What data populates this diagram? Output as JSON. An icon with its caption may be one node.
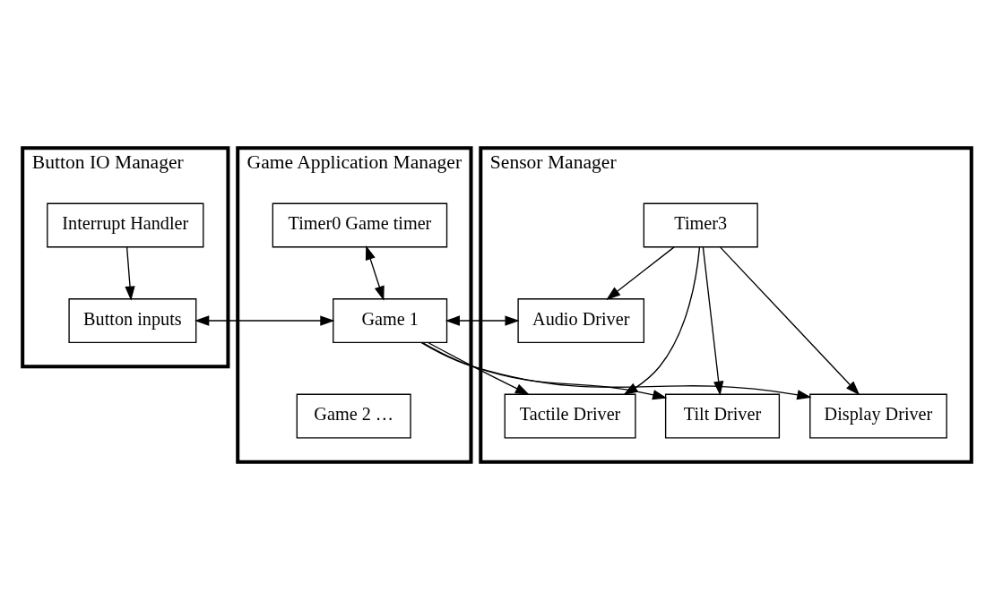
{
  "diagram": {
    "nodes": [
      {
        "text": [
          "Button IO Manager"
        ]
      },
      {
        "text": [
          "Interrupt Handler"
        ],
        "in": 0
      },
      {
        "text": [
          "Button inputs"
        ],
        "in": 0
      },
      {
        "text": [
          "Game Application Manager"
        ]
      },
      {
        "text": [
          "Timer0 Game timer"
        ],
        "in": 3
      },
      {
        "text": [
          "Game 1"
        ],
        "in": 3
      },
      {
        "text": [
          "Game 2 …"
        ],
        "in": 3
      },
      {
        "text": [
          "Sensor Manager"
        ]
      },
      {
        "text": [
          "Timer3"
        ],
        "in": 7
      },
      {
        "text": [
          "Audio Driver"
        ],
        "in": 7
      },
      {
        "text": [
          "Tactile Driver"
        ],
        "in": 7
      },
      {
        "text": [
          "Tilt Driver"
        ],
        "in": 7
      },
      {
        "text": [
          "Display Driver"
        ],
        "in": 7
      }
    ],
    "edges": [
      {
        "from": 1,
        "to": 2,
        "arrow": "to"
      },
      {
        "from": 5,
        "to": 4,
        "arrow": "both"
      },
      {
        "from": 2,
        "to": 5,
        "arrow": "both"
      },
      {
        "from": 5,
        "to": 9,
        "arrow": "both"
      },
      {
        "from": 5,
        "to": 10,
        "arrow": "to"
      },
      {
        "from": 5,
        "to": 11,
        "arrow": "to"
      },
      {
        "from": 5,
        "to": 12,
        "arrow": "to"
      },
      {
        "from": 8,
        "to": 9,
        "arrow": "to"
      },
      {
        "from": 8,
        "to": 10,
        "arrow": "to"
      },
      {
        "from": 8,
        "to": 11,
        "arrow": "to"
      },
      {
        "from": 8,
        "to": 12,
        "arrow": "to"
      }
    ]
  }
}
